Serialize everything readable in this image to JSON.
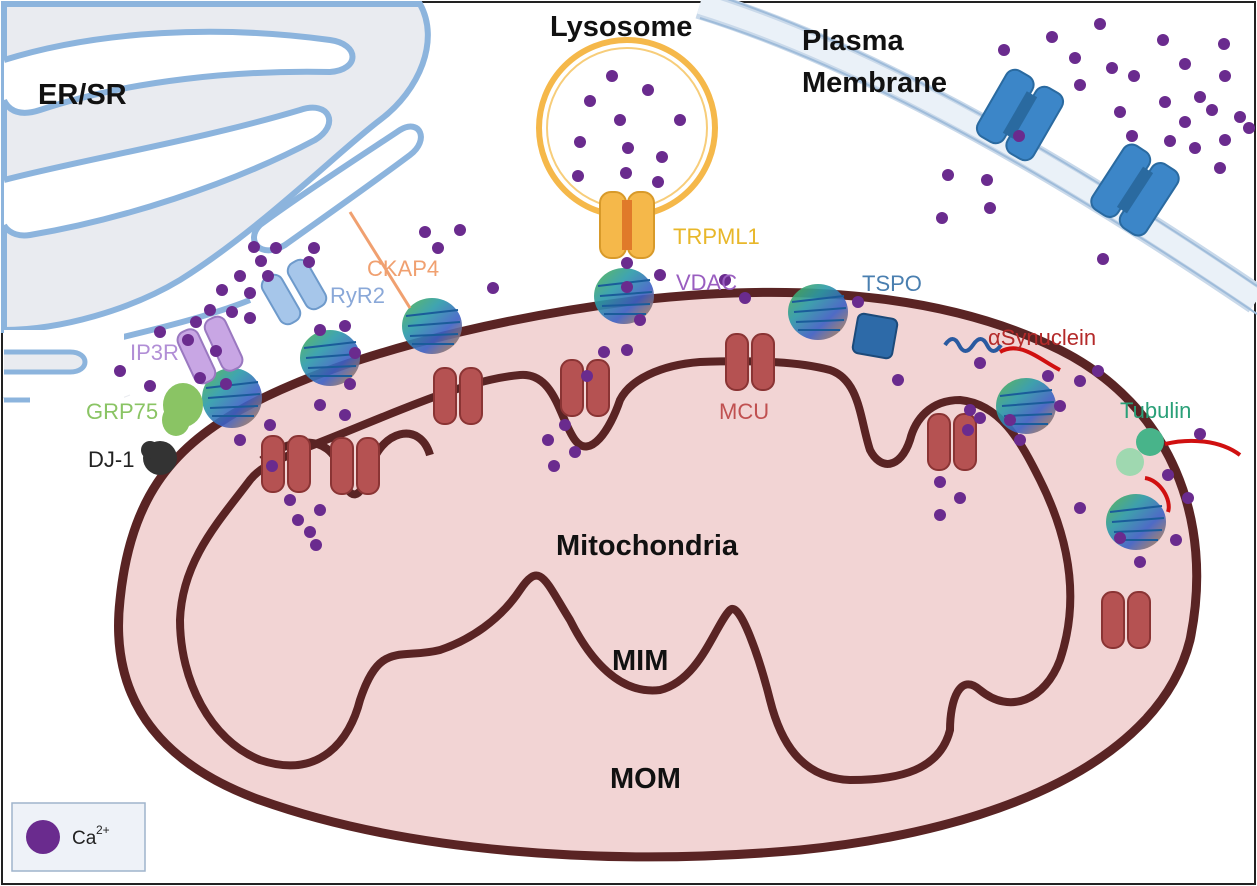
{
  "labels": {
    "er": "ER/SR",
    "lysosome": "Lysosome",
    "plasma_line1": "Plasma",
    "plasma_line2": "Membrane",
    "trpml1": "TRPML1",
    "ckap4": "CKAP4",
    "ryr2": "RyR2",
    "vdac": "VDAC",
    "tspo": "TSPO",
    "asyn": "αSynuclein",
    "ip3r": "IP3R",
    "grp75": "GRP75",
    "dj1": "DJ-1",
    "mcu": "MCU",
    "tubulin": "Tubulin",
    "mito": "Mitochondria",
    "mim": "MIM",
    "mom": "MOM"
  },
  "legend": {
    "ca": "Ca",
    "ca_sup": "2+"
  },
  "colors": {
    "mito_fill": "#f2d4d4",
    "mito_stroke": "#5a2424",
    "er_fill": "#e9ebf0",
    "er_stroke": "#8cb4dd",
    "lysosome_ring": "#f5b84a",
    "calcium": "#6a2b8e",
    "mcu": "#b55252",
    "plasma_channel": "#3c86c8",
    "trpml1_label": "#e8b72a",
    "ckap4_label": "#f0a070",
    "ryr2_label": "#8aa8d8",
    "vdac_label": "#9a5ec0",
    "tspo_label": "#4a7fb0",
    "asyn_label": "#b42a2a",
    "ip3r_label": "#b18ed6",
    "grp75_label": "#8ac464",
    "mcu_label": "#c05050",
    "tubulin_label": "#2aa078"
  }
}
